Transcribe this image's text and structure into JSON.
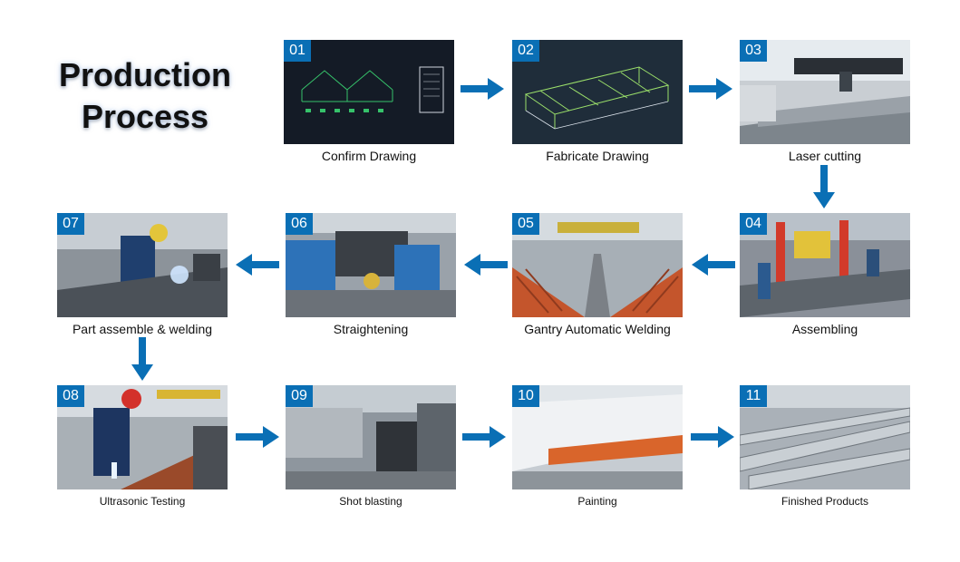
{
  "title": {
    "line1": "Production",
    "line2": "Process"
  },
  "steps": [
    {
      "num": "01",
      "label": "Confirm Drawing"
    },
    {
      "num": "02",
      "label": "Fabricate Drawing"
    },
    {
      "num": "03",
      "label": "Laser cutting"
    },
    {
      "num": "04",
      "label": "Assembling"
    },
    {
      "num": "05",
      "label": "Gantry Automatic Welding"
    },
    {
      "num": "06",
      "label": "Straightening"
    },
    {
      "num": "07",
      "label": "Part assemble & welding"
    },
    {
      "num": "08",
      "label": "Ultrasonic Testing"
    },
    {
      "num": "09",
      "label": "Shot blasting"
    },
    {
      "num": "10",
      "label": "Painting"
    },
    {
      "num": "11",
      "label": "Finished Products"
    }
  ],
  "colors": {
    "accent": "#0a6fb5",
    "arrow": "#0a6fb5",
    "title": "#111111"
  },
  "icons": {
    "flow_arrow": "arrow-icon"
  }
}
